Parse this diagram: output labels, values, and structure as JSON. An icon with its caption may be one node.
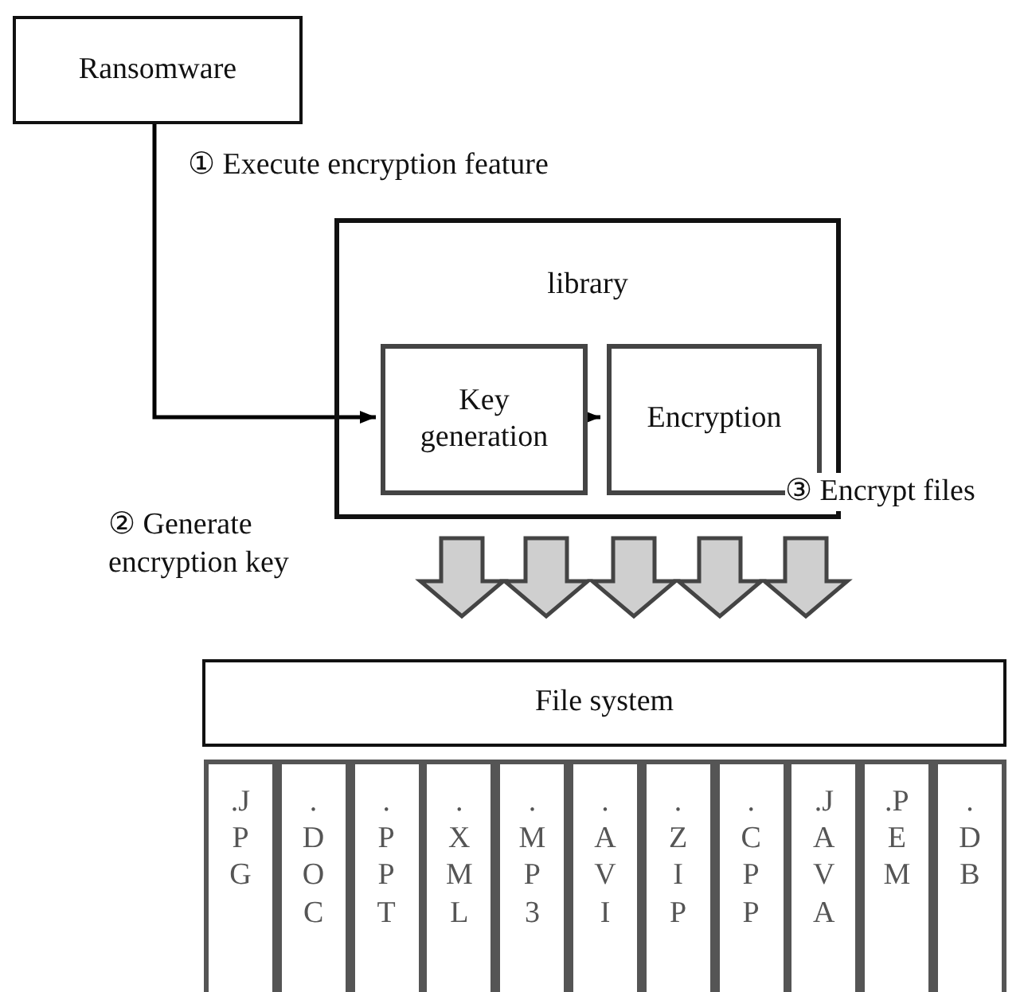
{
  "diagram": {
    "nodes": [
      {
        "text": [
          "Ransomware"
        ]
      },
      {
        "text": [
          "library"
        ]
      },
      {
        "text": [
          "Key generation"
        ],
        "in": 1
      },
      {
        "text": [
          "Encryption"
        ],
        "in": 1
      },
      {
        "text": [
          "File system"
        ]
      },
      {
        "text": [
          ".JPG"
        ]
      },
      {
        "text": [
          ".DOC"
        ]
      },
      {
        "text": [
          ".PPT"
        ]
      },
      {
        "text": [
          ".XML"
        ]
      },
      {
        "text": [
          ".MP3"
        ]
      },
      {
        "text": [
          ".AVI"
        ]
      },
      {
        "text": [
          ".ZIP"
        ]
      },
      {
        "text": [
          ".CPP"
        ]
      },
      {
        "text": [
          ".JAVA"
        ]
      },
      {
        "text": [
          ".PEM"
        ]
      },
      {
        "text": [
          ".DB"
        ]
      }
    ],
    "edges": [
      {
        "from": 0,
        "to": 2,
        "arrow": "to",
        "label": "① Execute encryption feature"
      },
      {
        "from": 2,
        "to": 3,
        "arrow": "to"
      },
      {
        "from": 1,
        "to": 4,
        "arrow": "to",
        "style": "thick"
      },
      {
        "from": 1,
        "to": 4,
        "arrow": "to",
        "style": "thick"
      },
      {
        "from": 1,
        "to": 4,
        "arrow": "to",
        "style": "thick"
      },
      {
        "from": 1,
        "to": 4,
        "arrow": "to",
        "style": "thick"
      },
      {
        "from": 1,
        "to": 4,
        "arrow": "to",
        "style": "thick"
      }
    ],
    "labels": [
      "② Generate encryption key",
      "③ Encrypt files"
    ]
  }
}
